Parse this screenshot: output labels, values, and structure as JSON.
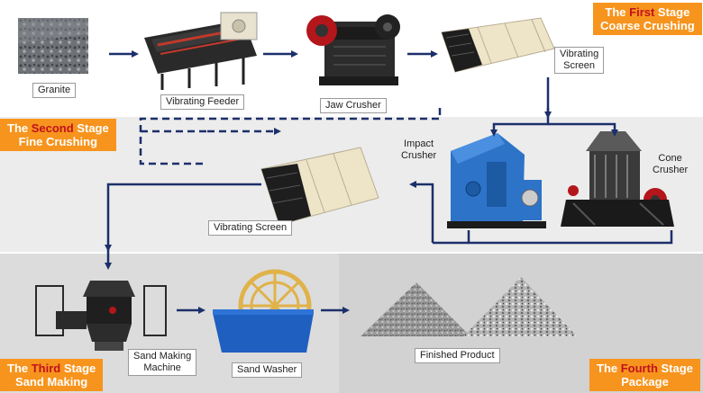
{
  "stages": {
    "first": {
      "pre": "The ",
      "word": "First",
      "post": " Stage",
      "line2": "Coarse Crushing"
    },
    "second": {
      "pre": "The ",
      "word": "Second",
      "post": " Stage",
      "line2": "Fine Crushing"
    },
    "third": {
      "pre": "The ",
      "word": "Third",
      "post": " Stage",
      "line2": "Sand Making"
    },
    "fourth": {
      "pre": "The ",
      "word": "Fourth",
      "post": " Stage",
      "line2": "Package"
    }
  },
  "equipment": {
    "granite": "Granite",
    "vibrating_feeder": "Vibrating Feeder",
    "jaw_crusher": "Jaw Crusher",
    "vibrating_screen_1_line1": "Vibrating",
    "vibrating_screen_1_line2": "Screen",
    "impact_crusher_line1": "Impact",
    "impact_crusher_line2": "Crusher",
    "cone_crusher_line1": "Cone",
    "cone_crusher_line2": "Crusher",
    "vibrating_screen_2": "Vibrating Screen",
    "sand_making_line1": "Sand Making",
    "sand_making_line2": "Machine",
    "sand_washer": "Sand Washer",
    "finished_product": "Finished Product"
  },
  "colors": {
    "arrow": "#1c2f6b",
    "stage_tag": "#f7941d",
    "stage_highlight": "#c1121f",
    "impact_crusher_body": "#2d73c8",
    "cone_crusher_body": "#3a3a3a",
    "washer_tank": "#1f5fbf",
    "screen_panel": "#eee4c8"
  }
}
